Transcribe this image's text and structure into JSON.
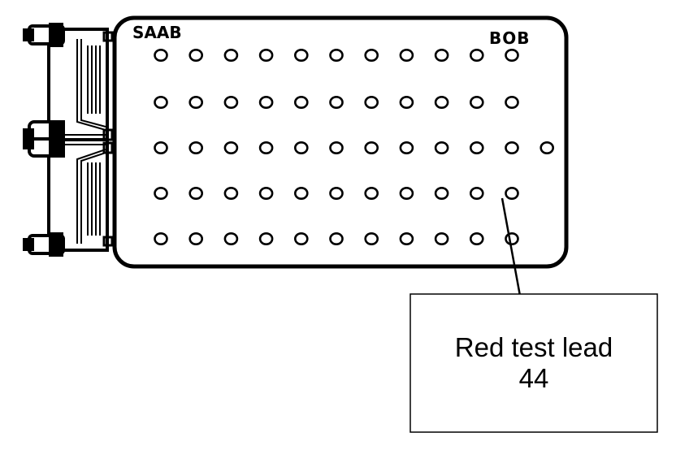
{
  "diagram": {
    "brand_label": "SAAB",
    "box_label": "BOB",
    "callout": {
      "line1": "Red test lead",
      "line2": "44"
    },
    "highlighted_pin": "44",
    "grid": {
      "rows": 5,
      "columns": 11,
      "extra_pin_row": 3
    },
    "colors": {
      "stroke": "#000000",
      "background": "#ffffff"
    }
  }
}
